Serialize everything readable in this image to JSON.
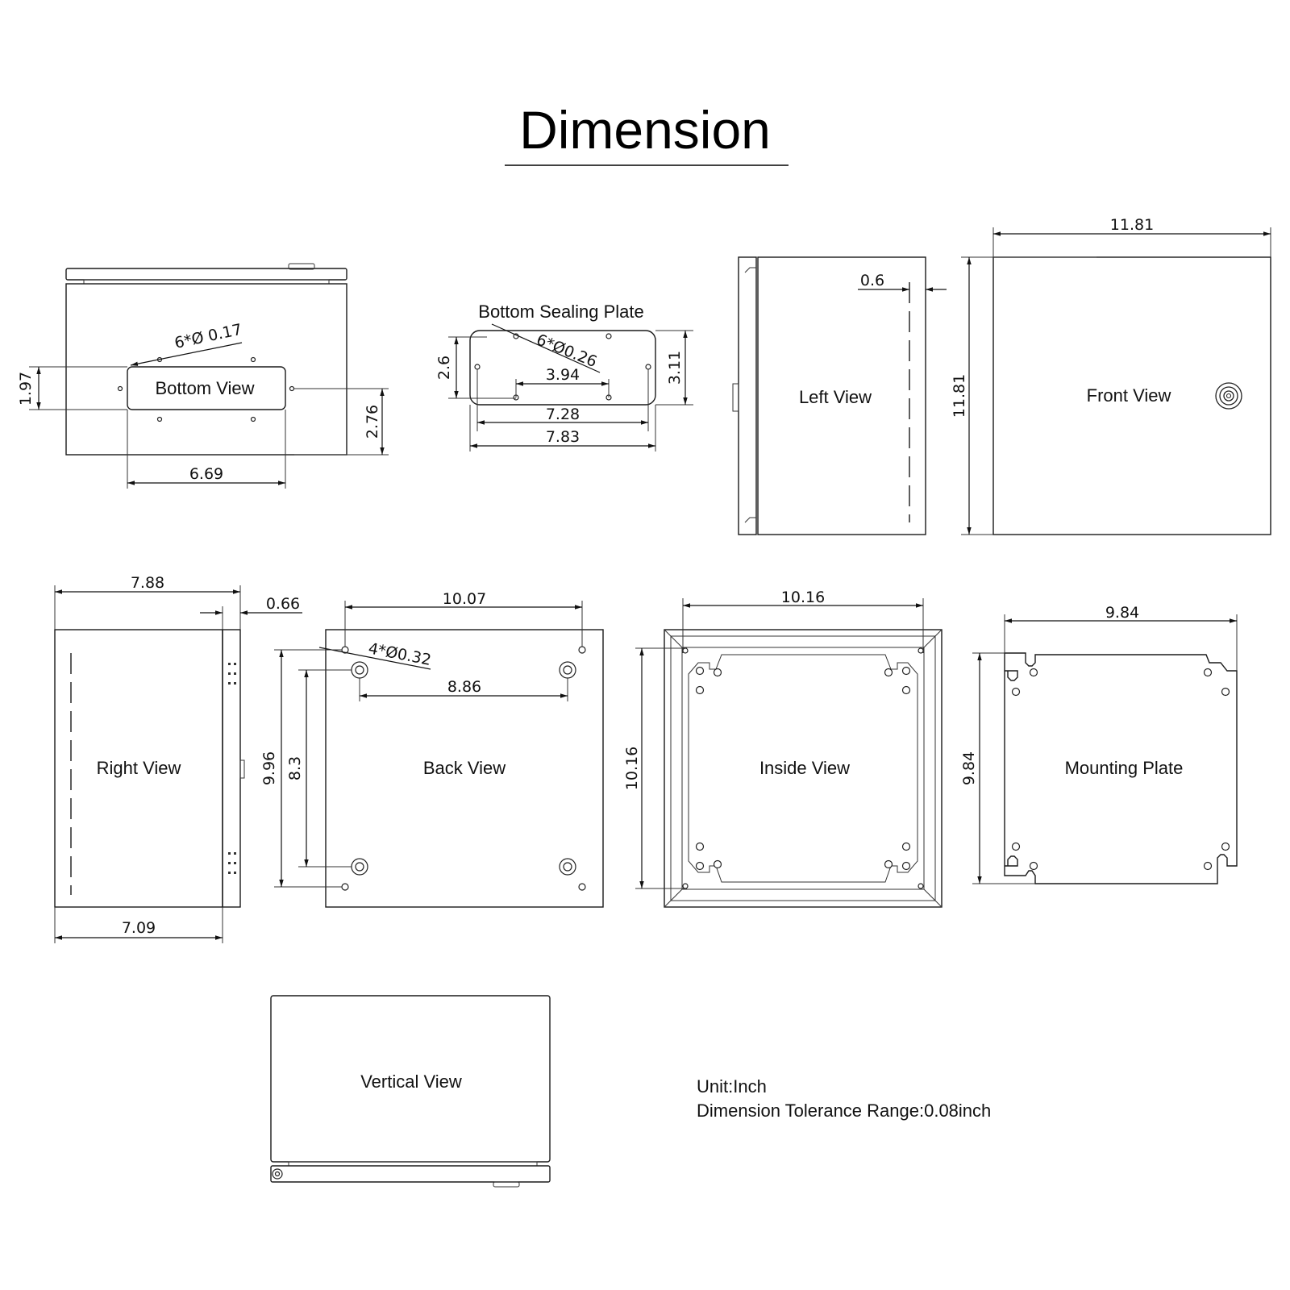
{
  "title": "Dimension",
  "views": {
    "bottom": "Bottom View",
    "sealing_plate": "Bottom Sealing Plate",
    "left": "Left View",
    "front": "Front View",
    "right": "Right View",
    "back": "Back View",
    "inside": "Inside View",
    "mounting": "Mounting Plate",
    "vertical": "Vertical View"
  },
  "dims": {
    "bottom_holes": "6*Ø 0.17",
    "bottom_197": "1.97",
    "bottom_276": "2.76",
    "bottom_669": "6.69",
    "plate_holes": "6*Ø0.26",
    "plate_26": "2.6",
    "plate_394": "3.94",
    "plate_311": "3.11",
    "plate_728": "7.28",
    "plate_783": "7.83",
    "left_06": "0.6",
    "front_1181_w": "11.81",
    "front_1181_h": "11.81",
    "right_788": "7.88",
    "right_066": "0.66",
    "right_709": "7.09",
    "back_1007": "10.07",
    "back_holes": "4*Ø0.32",
    "back_886": "8.86",
    "back_996": "9.96",
    "back_83": "8.3",
    "inside_1016_w": "10.16",
    "inside_1016_h": "10.16",
    "mount_984_w": "9.84",
    "mount_984_h": "9.84"
  },
  "notes": {
    "unit": "Unit:Inch",
    "tolerance": "Dimension Tolerance Range:0.08inch"
  }
}
